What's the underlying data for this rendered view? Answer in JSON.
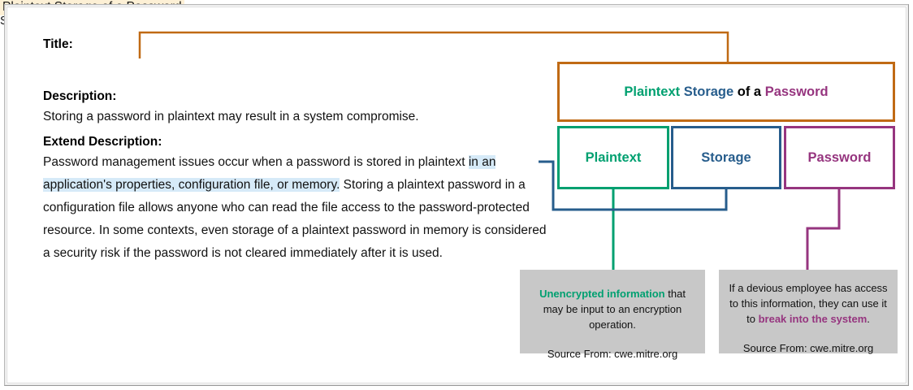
{
  "document": {
    "source_footer": "Source: cwe.mitre.org"
  },
  "left_panel": {
    "title_label": "Title:",
    "title_value": "Plaintext Storage of a Password",
    "description_label": "Description:",
    "description_value": "Storing a password in plaintext may result in a system compromise.",
    "extend_label": "Extend Description:",
    "extend_text_part1": "Password management issues occur when a password is stored in plaintext ",
    "extend_highlight": "in an application's properties, configuration file, or memory.",
    "extend_text_part2": " Storing a plaintext password in a configuration file allows anyone who can read the file access to the password-protected resource. In some contexts, even storage of a plaintext password in memory is considered a security risk if the password is not cleared immediately after it is used."
  },
  "diagram": {
    "title_box": {
      "word_plaintext": "Plaintext",
      "word_storage": "Storage",
      "word_of_a": " of a ",
      "word_password": "Password",
      "space": " "
    },
    "boxes": [
      {
        "label": "Plaintext",
        "color": "#00a070"
      },
      {
        "label": "Storage",
        "color": "#275d8c"
      },
      {
        "label": "Password",
        "color": "#96357f"
      }
    ],
    "notes": [
      {
        "highlight": "Unencrypted information",
        "rest": " that may be input to an encryption operation.",
        "source": "Source From: cwe.mitre.org"
      },
      {
        "lead": "If a devious employee has access to this information, they can use it to ",
        "highlight": "break into the system",
        "tail": ".",
        "source": "Source From: cwe.mitre.org"
      }
    ]
  },
  "colors": {
    "orange": "#c06a14",
    "teal": "#00a070",
    "blue": "#275d8c",
    "purple": "#96357f",
    "title_highlight": "#fdf0d5",
    "text_highlight": "#d6eaf8",
    "note_background": "#c8c8c8"
  }
}
